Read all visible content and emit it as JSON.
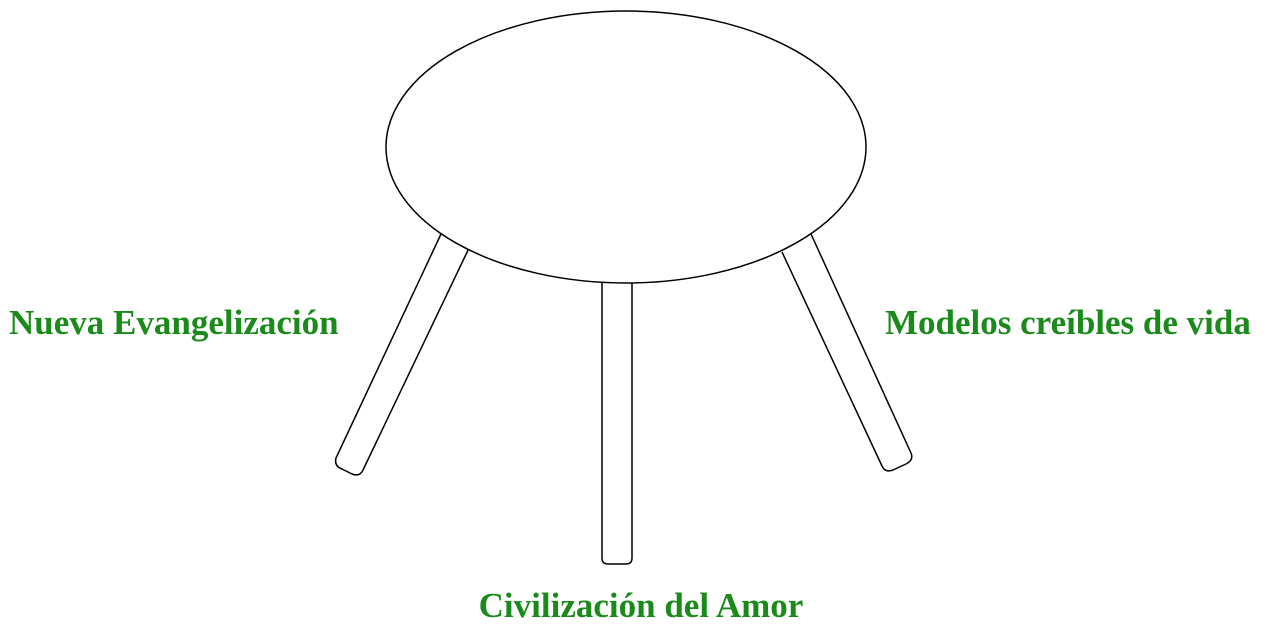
{
  "labels": {
    "left": "Nueva Evangelización",
    "right": "Modelos creíbles de vida",
    "bottom": "Civilización del Amor"
  },
  "colors": {
    "label": "#1a8a1a",
    "stroke": "#000000",
    "fill": "#ffffff"
  }
}
